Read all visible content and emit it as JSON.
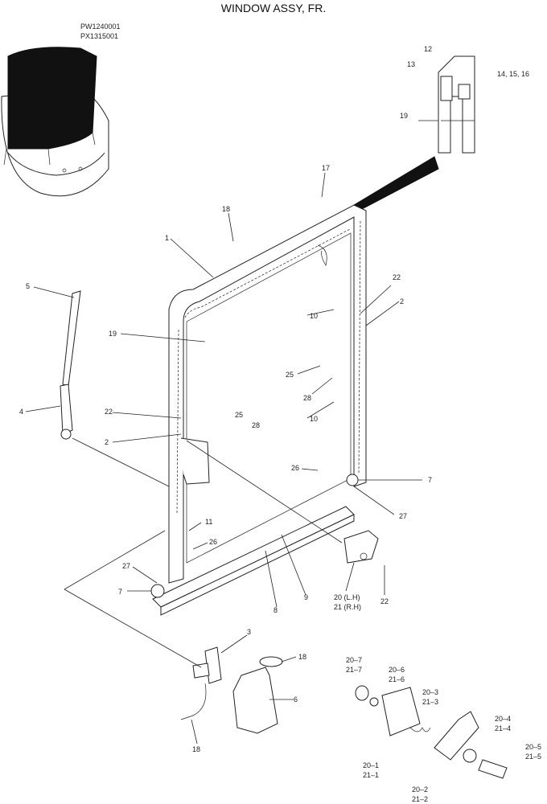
{
  "title": "WINDOW ASSY, FR.",
  "model_codes": [
    "PW1240001",
    "PX1315001"
  ],
  "callouts": {
    "c1": "1",
    "c2a": "2",
    "c2b": "2",
    "c3": "3",
    "c4": "4",
    "c5": "5",
    "c6": "6",
    "c7a": "7",
    "c7b": "7",
    "c8": "8",
    "c9": "9",
    "c10a": "10",
    "c10b": "10",
    "c11": "11",
    "c12": "12",
    "c13": "13",
    "c14": "14, 15, 16",
    "c17": "17",
    "c18a": "18",
    "c18b": "18",
    "c18c": "18",
    "c19a": "19",
    "c19b": "19",
    "c20": "20 (L.H)",
    "c21": "21 (R.H)",
    "c22a": "22",
    "c22b": "22",
    "c22c": "22",
    "c25a": "25",
    "c25b": "25",
    "c26a": "26",
    "c26b": "26",
    "c27a": "27",
    "c27b": "27",
    "c28a": "28",
    "c28b": "28",
    "c20_7": "20–7",
    "c21_7": "21–7",
    "c20_6": "20–6",
    "c21_6": "21–6",
    "c20_3": "20–3",
    "c21_3": "21–3",
    "c20_4": "20–4",
    "c21_4": "21–4",
    "c20_5": "20–5",
    "c21_5": "21–5",
    "c20_1": "20–1",
    "c21_1": "21–1",
    "c20_2": "20–2",
    "c21_2": "21–2"
  }
}
